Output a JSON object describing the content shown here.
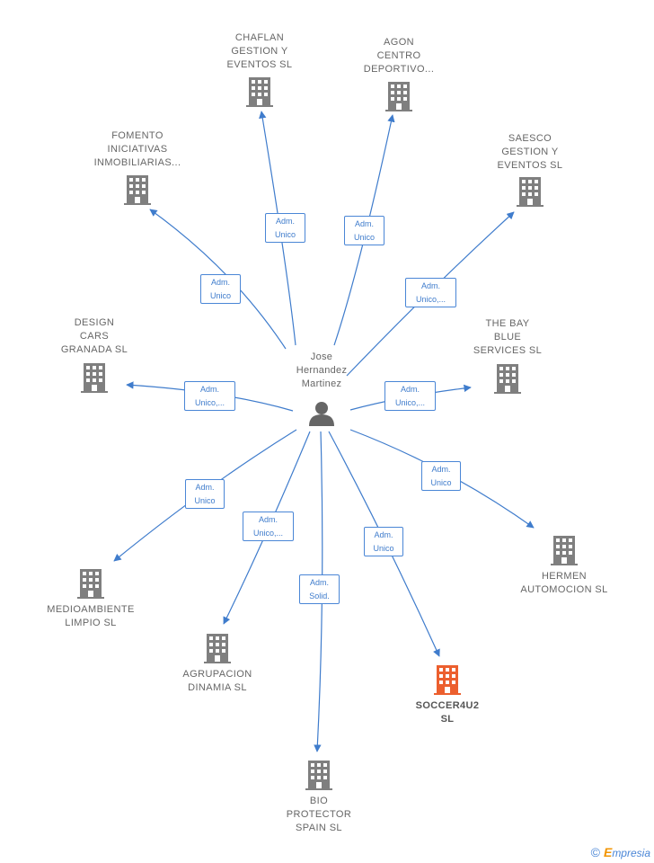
{
  "colors": {
    "edge": "#3f7ccc",
    "company": "#7f7f7f",
    "highlight": "#ec5f2e",
    "person": "#666666"
  },
  "person": {
    "name": "Jose\nHernandez\nMartinez",
    "icon": "person-icon"
  },
  "companies": [
    {
      "id": "chaflan",
      "name": "CHAFLAN\nGESTION Y\nEVENTOS  SL",
      "edge_label": "Adm.\nUnico",
      "highlight": false
    },
    {
      "id": "agon",
      "name": "AGON\nCENTRO\nDEPORTIVO...",
      "edge_label": "Adm.\nUnico",
      "highlight": false
    },
    {
      "id": "fomento",
      "name": "FOMENTO\nINICIATIVAS\nINMOBILIARIAS...",
      "edge_label": "Adm.\nUnico",
      "highlight": false
    },
    {
      "id": "saesco",
      "name": "SAESCO\nGESTION Y\nEVENTOS  SL",
      "edge_label": "Adm.\nUnico,...",
      "highlight": false
    },
    {
      "id": "design",
      "name": "DESIGN\nCARS\nGRANADA  SL",
      "edge_label": "Adm.\nUnico,...",
      "highlight": false
    },
    {
      "id": "bluebay",
      "name": "THE BAY\nBLUE\nSERVICES  SL",
      "edge_label": "Adm.\nUnico,...",
      "highlight": false
    },
    {
      "id": "hermen",
      "name": "HERMEN\nAUTOMOCION SL",
      "edge_label": "Adm.\nUnico",
      "highlight": false
    },
    {
      "id": "medio",
      "name": "MEDIOAMBIENTE\nLIMPIO SL",
      "edge_label": "Adm.\nUnico",
      "highlight": false
    },
    {
      "id": "agrupacion",
      "name": "AGRUPACION\nDINAMIA  SL",
      "edge_label": "Adm.\nUnico,...",
      "highlight": false
    },
    {
      "id": "soccer",
      "name": "SOCCER4U2\nSL",
      "edge_label": "Adm.\nUnico",
      "highlight": true
    },
    {
      "id": "bio",
      "name": "BIO\nPROTECTOR\nSPAIN  SL",
      "edge_label": "Adm.\nSolid.",
      "highlight": false
    }
  ],
  "footer": {
    "copyright": "©",
    "brand_initial": "E",
    "brand_rest": "mpresia"
  }
}
